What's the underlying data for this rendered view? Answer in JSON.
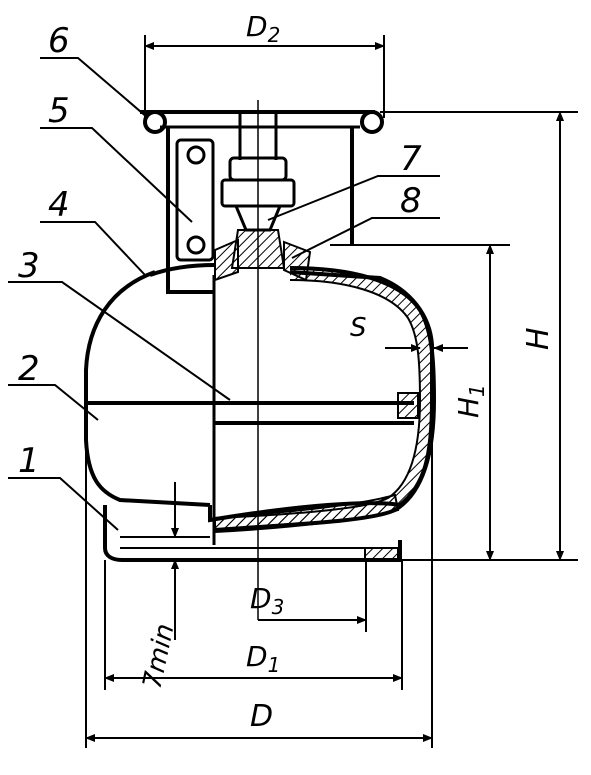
{
  "part_numbers": [
    "1",
    "2",
    "3",
    "4",
    "5",
    "6",
    "7",
    "8"
  ],
  "dimensions": {
    "D": "D",
    "D1": "D",
    "D1_sub": "1",
    "D2": "D",
    "D2_sub": "2",
    "D3": "D",
    "D3_sub": "3",
    "H": "H",
    "H1": "H",
    "H1_sub": "1",
    "S": "S",
    "min_clearance": "7min"
  },
  "colors": {
    "ink": "#000000",
    "paper": "#ffffff"
  }
}
